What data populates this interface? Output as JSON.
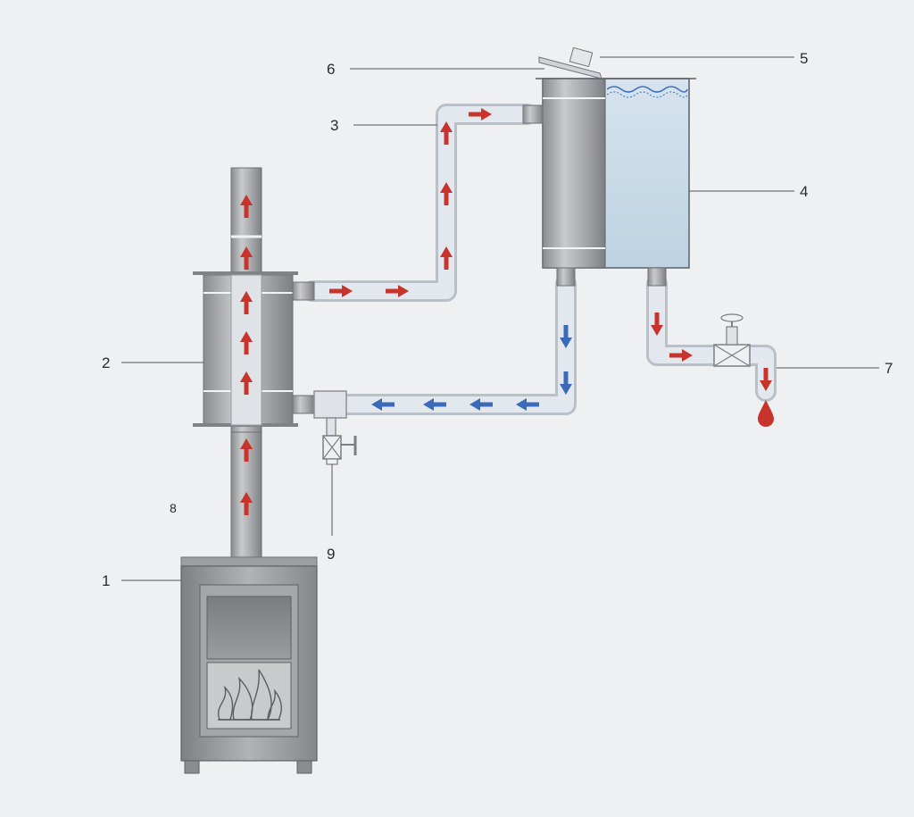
{
  "diagram": {
    "labels": {
      "stove": "1",
      "heat_exchanger": "2",
      "hot_pipe": "3",
      "tank": "4",
      "lid": "5",
      "level_mark": "6",
      "tap": "7",
      "extra": "8",
      "drain_valve": "9"
    },
    "colors": {
      "hot_flow": "#c8332b",
      "cold_flow": "#3a6bb8",
      "pipe": "#d7dde6",
      "metal": "#a9abae",
      "water": "#c9dce9",
      "background": "#eef0f2"
    },
    "icons": [
      "flame-icon",
      "drop-icon",
      "valve-icon",
      "flow-arrow-icon"
    ]
  }
}
